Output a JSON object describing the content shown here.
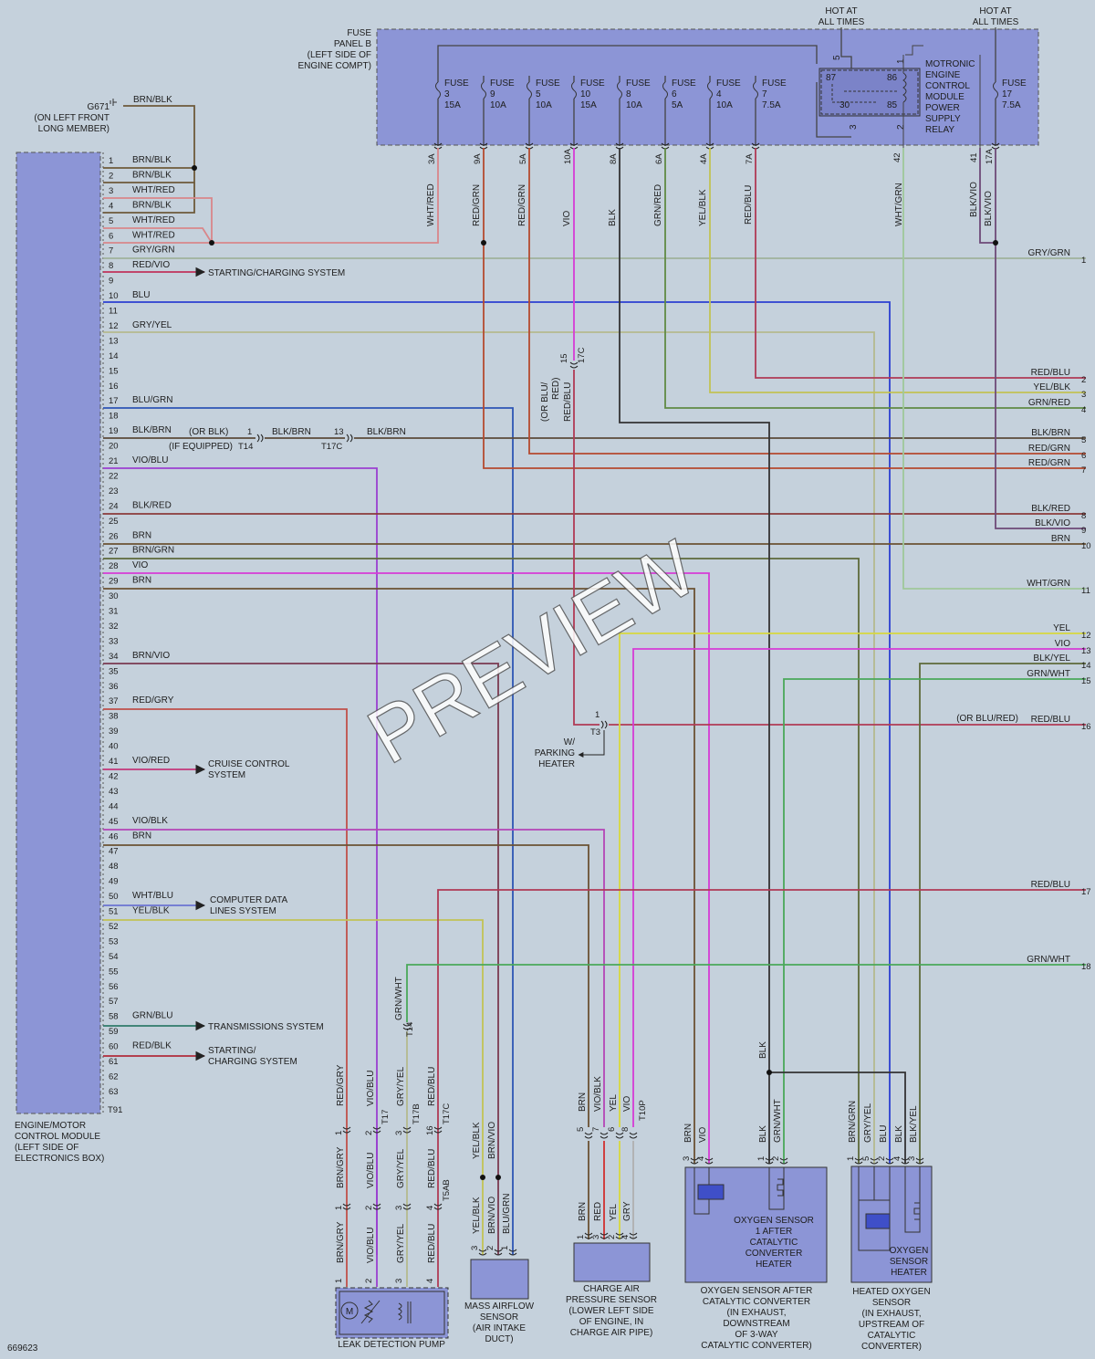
{
  "fuse_panel": {
    "label": [
      "FUSE",
      "PANEL B",
      "(LEFT SIDE OF",
      "ENGINE COMPT)"
    ],
    "fuses": [
      {
        "name": "FUSE",
        "num": "3",
        "amp": "15A",
        "terminal": "3A",
        "wire": "WHT/RED",
        "color": "#d9868a"
      },
      {
        "name": "FUSE",
        "num": "9",
        "amp": "10A",
        "terminal": "9A",
        "wire": "RED/GRN",
        "color": "#b54a2f"
      },
      {
        "name": "FUSE",
        "num": "5",
        "amp": "10A",
        "terminal": "5A",
        "wire": "RED/GRN",
        "color": "#b54a2f"
      },
      {
        "name": "FUSE",
        "num": "10",
        "amp": "15A",
        "terminal": "10A",
        "wire": "VIO",
        "color": "#d23fd5"
      },
      {
        "name": "FUSE",
        "num": "8",
        "amp": "10A",
        "terminal": "8A",
        "wire": "BLK",
        "color": "#3a3a3a"
      },
      {
        "name": "FUSE",
        "num": "6",
        "amp": "5A",
        "terminal": "6A",
        "wire": "GRN/RED",
        "color": "#5f8a44"
      },
      {
        "name": "FUSE",
        "num": "4",
        "amp": "10A",
        "terminal": "4A",
        "wire": "YEL/BLK",
        "color": "#b8b645"
      },
      {
        "name": "FUSE",
        "num": "7",
        "amp": "7.5A",
        "terminal": "7A",
        "wire": "RED/BLU",
        "color": "#b03a55"
      },
      {
        "name": "FUSE",
        "num": "17",
        "amp": "7.5A",
        "terminal": "17A",
        "wire": "BLK/VIO",
        "color": "#6e4a78"
      }
    ],
    "hot_left": [
      "HOT AT",
      "ALL TIMES"
    ],
    "hot_right": [
      "HOT AT",
      "ALL TIMES"
    ],
    "relay_label": [
      "MOTRONIC",
      "ENGINE",
      "CONTROL",
      "MODULE",
      "POWER",
      "SUPPLY",
      "RELAY"
    ],
    "relay_pins": [
      "87",
      "86",
      "30",
      "85",
      "5",
      "1",
      "2",
      "3"
    ],
    "terminal_42": "42",
    "wire_42": "WHT/GRN",
    "terminal_41": "41",
    "wire_41": "BLK/VIO"
  },
  "ground": {
    "id": "G671",
    "label": [
      "(ON LEFT FRONT",
      "LONG MEMBER)"
    ],
    "wire": "BRN/BLK"
  },
  "ecm": {
    "label": [
      "ENGINE/MOTOR",
      "CONTROL MODULE",
      "(LEFT SIDE OF",
      "ELECTRONICS BOX)"
    ],
    "connector": "T91",
    "pins": [
      {
        "n": "1",
        "w": "BRN/BLK"
      },
      {
        "n": "2",
        "w": "BRN/BLK"
      },
      {
        "n": "3",
        "w": "WHT/RED"
      },
      {
        "n": "4",
        "w": "BRN/BLK"
      },
      {
        "n": "5",
        "w": "WHT/RED"
      },
      {
        "n": "6",
        "w": "WHT/RED"
      },
      {
        "n": "7",
        "w": "GRY/GRN"
      },
      {
        "n": "8",
        "w": "RED/VIO"
      },
      {
        "n": "9",
        "w": ""
      },
      {
        "n": "10",
        "w": "BLU"
      },
      {
        "n": "11",
        "w": ""
      },
      {
        "n": "12",
        "w": "GRY/YEL"
      },
      {
        "n": "13",
        "w": ""
      },
      {
        "n": "14",
        "w": ""
      },
      {
        "n": "15",
        "w": ""
      },
      {
        "n": "16",
        "w": ""
      },
      {
        "n": "17",
        "w": "BLU/GRN"
      },
      {
        "n": "18",
        "w": ""
      },
      {
        "n": "19",
        "w": "BLK/BRN"
      },
      {
        "n": "20",
        "w": ""
      },
      {
        "n": "21",
        "w": "VIO/BLU"
      },
      {
        "n": "22",
        "w": ""
      },
      {
        "n": "23",
        "w": ""
      },
      {
        "n": "24",
        "w": "BLK/RED"
      },
      {
        "n": "25",
        "w": ""
      },
      {
        "n": "26",
        "w": "BRN"
      },
      {
        "n": "27",
        "w": "BRN/GRN"
      },
      {
        "n": "28",
        "w": "VIO"
      },
      {
        "n": "29",
        "w": "BRN"
      },
      {
        "n": "30",
        "w": ""
      },
      {
        "n": "31",
        "w": ""
      },
      {
        "n": "32",
        "w": ""
      },
      {
        "n": "33",
        "w": ""
      },
      {
        "n": "34",
        "w": "BRN/VIO"
      },
      {
        "n": "35",
        "w": ""
      },
      {
        "n": "36",
        "w": ""
      },
      {
        "n": "37",
        "w": "RED/GRY"
      },
      {
        "n": "38",
        "w": ""
      },
      {
        "n": "39",
        "w": ""
      },
      {
        "n": "40",
        "w": ""
      },
      {
        "n": "41",
        "w": "VIO/RED"
      },
      {
        "n": "42",
        "w": ""
      },
      {
        "n": "43",
        "w": ""
      },
      {
        "n": "44",
        "w": ""
      },
      {
        "n": "45",
        "w": "VIO/BLK"
      },
      {
        "n": "46",
        "w": "BRN"
      },
      {
        "n": "47",
        "w": ""
      },
      {
        "n": "48",
        "w": ""
      },
      {
        "n": "49",
        "w": ""
      },
      {
        "n": "50",
        "w": "WHT/BLU"
      },
      {
        "n": "51",
        "w": "YEL/BLK"
      },
      {
        "n": "52",
        "w": ""
      },
      {
        "n": "53",
        "w": ""
      },
      {
        "n": "54",
        "w": ""
      },
      {
        "n": "55",
        "w": ""
      },
      {
        "n": "56",
        "w": ""
      },
      {
        "n": "57",
        "w": ""
      },
      {
        "n": "58",
        "w": "GRN/BLU"
      },
      {
        "n": "59",
        "w": ""
      },
      {
        "n": "60",
        "w": "RED/BLK"
      },
      {
        "n": "61",
        "w": ""
      },
      {
        "n": "62",
        "w": ""
      },
      {
        "n": "63",
        "w": ""
      }
    ]
  },
  "system_refs": {
    "starting_charging": "STARTING/CHARGING SYSTEM",
    "cruise": [
      "CRUISE CONTROL",
      "SYSTEM"
    ],
    "computer_data": [
      "COMPUTER DATA",
      "LINES SYSTEM"
    ],
    "transmission": "TRANSMISSIONS SYSTEM",
    "starting_charging_2": [
      "STARTING/",
      "CHARGING SYSTEM"
    ]
  },
  "inline": {
    "or_blk": "(OR BLK)",
    "if_equipped": "(IF EQUIPPED)",
    "t14": "T14",
    "t14_pin": "1",
    "t17c": "T17C",
    "t17c_pin": "13",
    "blkbrn": "BLK/BRN",
    "c15": "15",
    "c17c": "17C",
    "or_blu_red": [
      "(OR BLU/",
      "RED)"
    ],
    "red_blu": "RED/BLU",
    "t3": "T3",
    "t3_pin": "1",
    "parking_heater": [
      "W/",
      "PARKING",
      "HEATER"
    ],
    "t14_right": "T14",
    "grn_wht": "GRN/WHT"
  },
  "right_edge": [
    {
      "n": "1",
      "w": "GRY/GRN"
    },
    {
      "n": "2",
      "w": "RED/BLU"
    },
    {
      "n": "3",
      "w": "YEL/BLK"
    },
    {
      "n": "4",
      "w": "GRN/RED"
    },
    {
      "n": "5",
      "w": "BLK/BRN"
    },
    {
      "n": "6",
      "w": "RED/GRN"
    },
    {
      "n": "7",
      "w": "RED/GRN"
    },
    {
      "n": "8",
      "w": "BLK/RED"
    },
    {
      "n": "9",
      "w": "BLK/VIO"
    },
    {
      "n": "10",
      "w": "BRN"
    },
    {
      "n": "11",
      "w": "WHT/GRN"
    },
    {
      "n": "12",
      "w": "YEL"
    },
    {
      "n": "13",
      "w": "VIO"
    },
    {
      "n": "14",
      "w": "BLK/YEL"
    },
    {
      "n": "15",
      "w": "GRN/WHT"
    },
    {
      "n": "16",
      "w": "RED/BLU"
    },
    {
      "n": "17",
      "w": "RED/BLU"
    },
    {
      "n": "18",
      "w": "GRN/WHT"
    }
  ],
  "right_edge_note_16": "(OR BLU/RED)",
  "components": {
    "leak": {
      "label": "LEAK DETECTION PUMP",
      "motor": "M",
      "wires_top": [
        "RED/GRY",
        "VIO/BLU",
        "GRY/YEL",
        "RED/BLU"
      ],
      "wires_mid": [
        "BRN/GRY",
        "VIO/BLU",
        "GRY/YEL",
        "RED/BLU"
      ],
      "connectors": [
        "T17",
        "T17B",
        "T17C",
        "T5AB"
      ],
      "pins_top": [
        "1",
        "2",
        "3",
        "16"
      ],
      "pins_mid": [
        "1",
        "2",
        "3",
        "4"
      ],
      "pins_bot": [
        "1",
        "2",
        "3",
        "4"
      ]
    },
    "maf": {
      "label": [
        "MASS AIRFLOW",
        "SENSOR",
        "(AIR INTAKE",
        "DUCT)"
      ],
      "wires_top": [
        "YEL/BLK",
        "BRN/VIO"
      ],
      "wires_bot": [
        "YEL/BLK",
        "BRN/VIO",
        "BLU/GRN"
      ],
      "pins": [
        "3",
        "2",
        "1"
      ]
    },
    "charge": {
      "label": [
        "CHARGE AIR",
        "PRESSURE SENSOR",
        "(LOWER LEFT SIDE",
        "OF ENGINE, IN",
        "CHARGE AIR PIPE)"
      ],
      "wires_top": [
        "BRN",
        "VIO/BLK",
        "YEL",
        "VIO"
      ],
      "pins_top": [
        "5",
        "7",
        "6",
        "8"
      ],
      "connector": "T10P",
      "wires_bot": [
        "BRN",
        "RED",
        "YEL",
        "GRY"
      ],
      "pins_bot": [
        "1",
        "3",
        "2",
        "4"
      ]
    },
    "o2_after": {
      "label": [
        "OXYGEN SENSOR AFTER",
        "CATALYTIC CONVERTER",
        "(IN EXHAUST,",
        "DOWNSTREAM",
        "OF 3-WAY",
        "CATALYTIC CONVERTER)"
      ],
      "heater": [
        "OXYGEN SENSOR",
        "1 AFTER",
        "CATALYTIC",
        "CONVERTER",
        "HEATER"
      ],
      "wires": [
        "BRN",
        "VIO",
        "BLK",
        "GRN/WHT"
      ],
      "pins": [
        "3",
        "4",
        "1",
        "2"
      ],
      "blk": "BLK"
    },
    "o2_heated": {
      "label": [
        "HEATED OXYGEN",
        "SENSOR",
        "(IN EXHAUST,",
        "UPSTREAM OF",
        "CATALYTIC",
        "CONVERTER)"
      ],
      "heater": [
        "OXYGEN",
        "SENSOR",
        "HEATER"
      ],
      "wires": [
        "BRN/GRN",
        "GRY/YEL",
        "BLU",
        "BLK",
        "BLK/YEL"
      ],
      "pins": [
        "1",
        "5",
        "2",
        "4",
        "3"
      ]
    }
  },
  "watermark": "PREVIEW",
  "figure_id": "669623"
}
